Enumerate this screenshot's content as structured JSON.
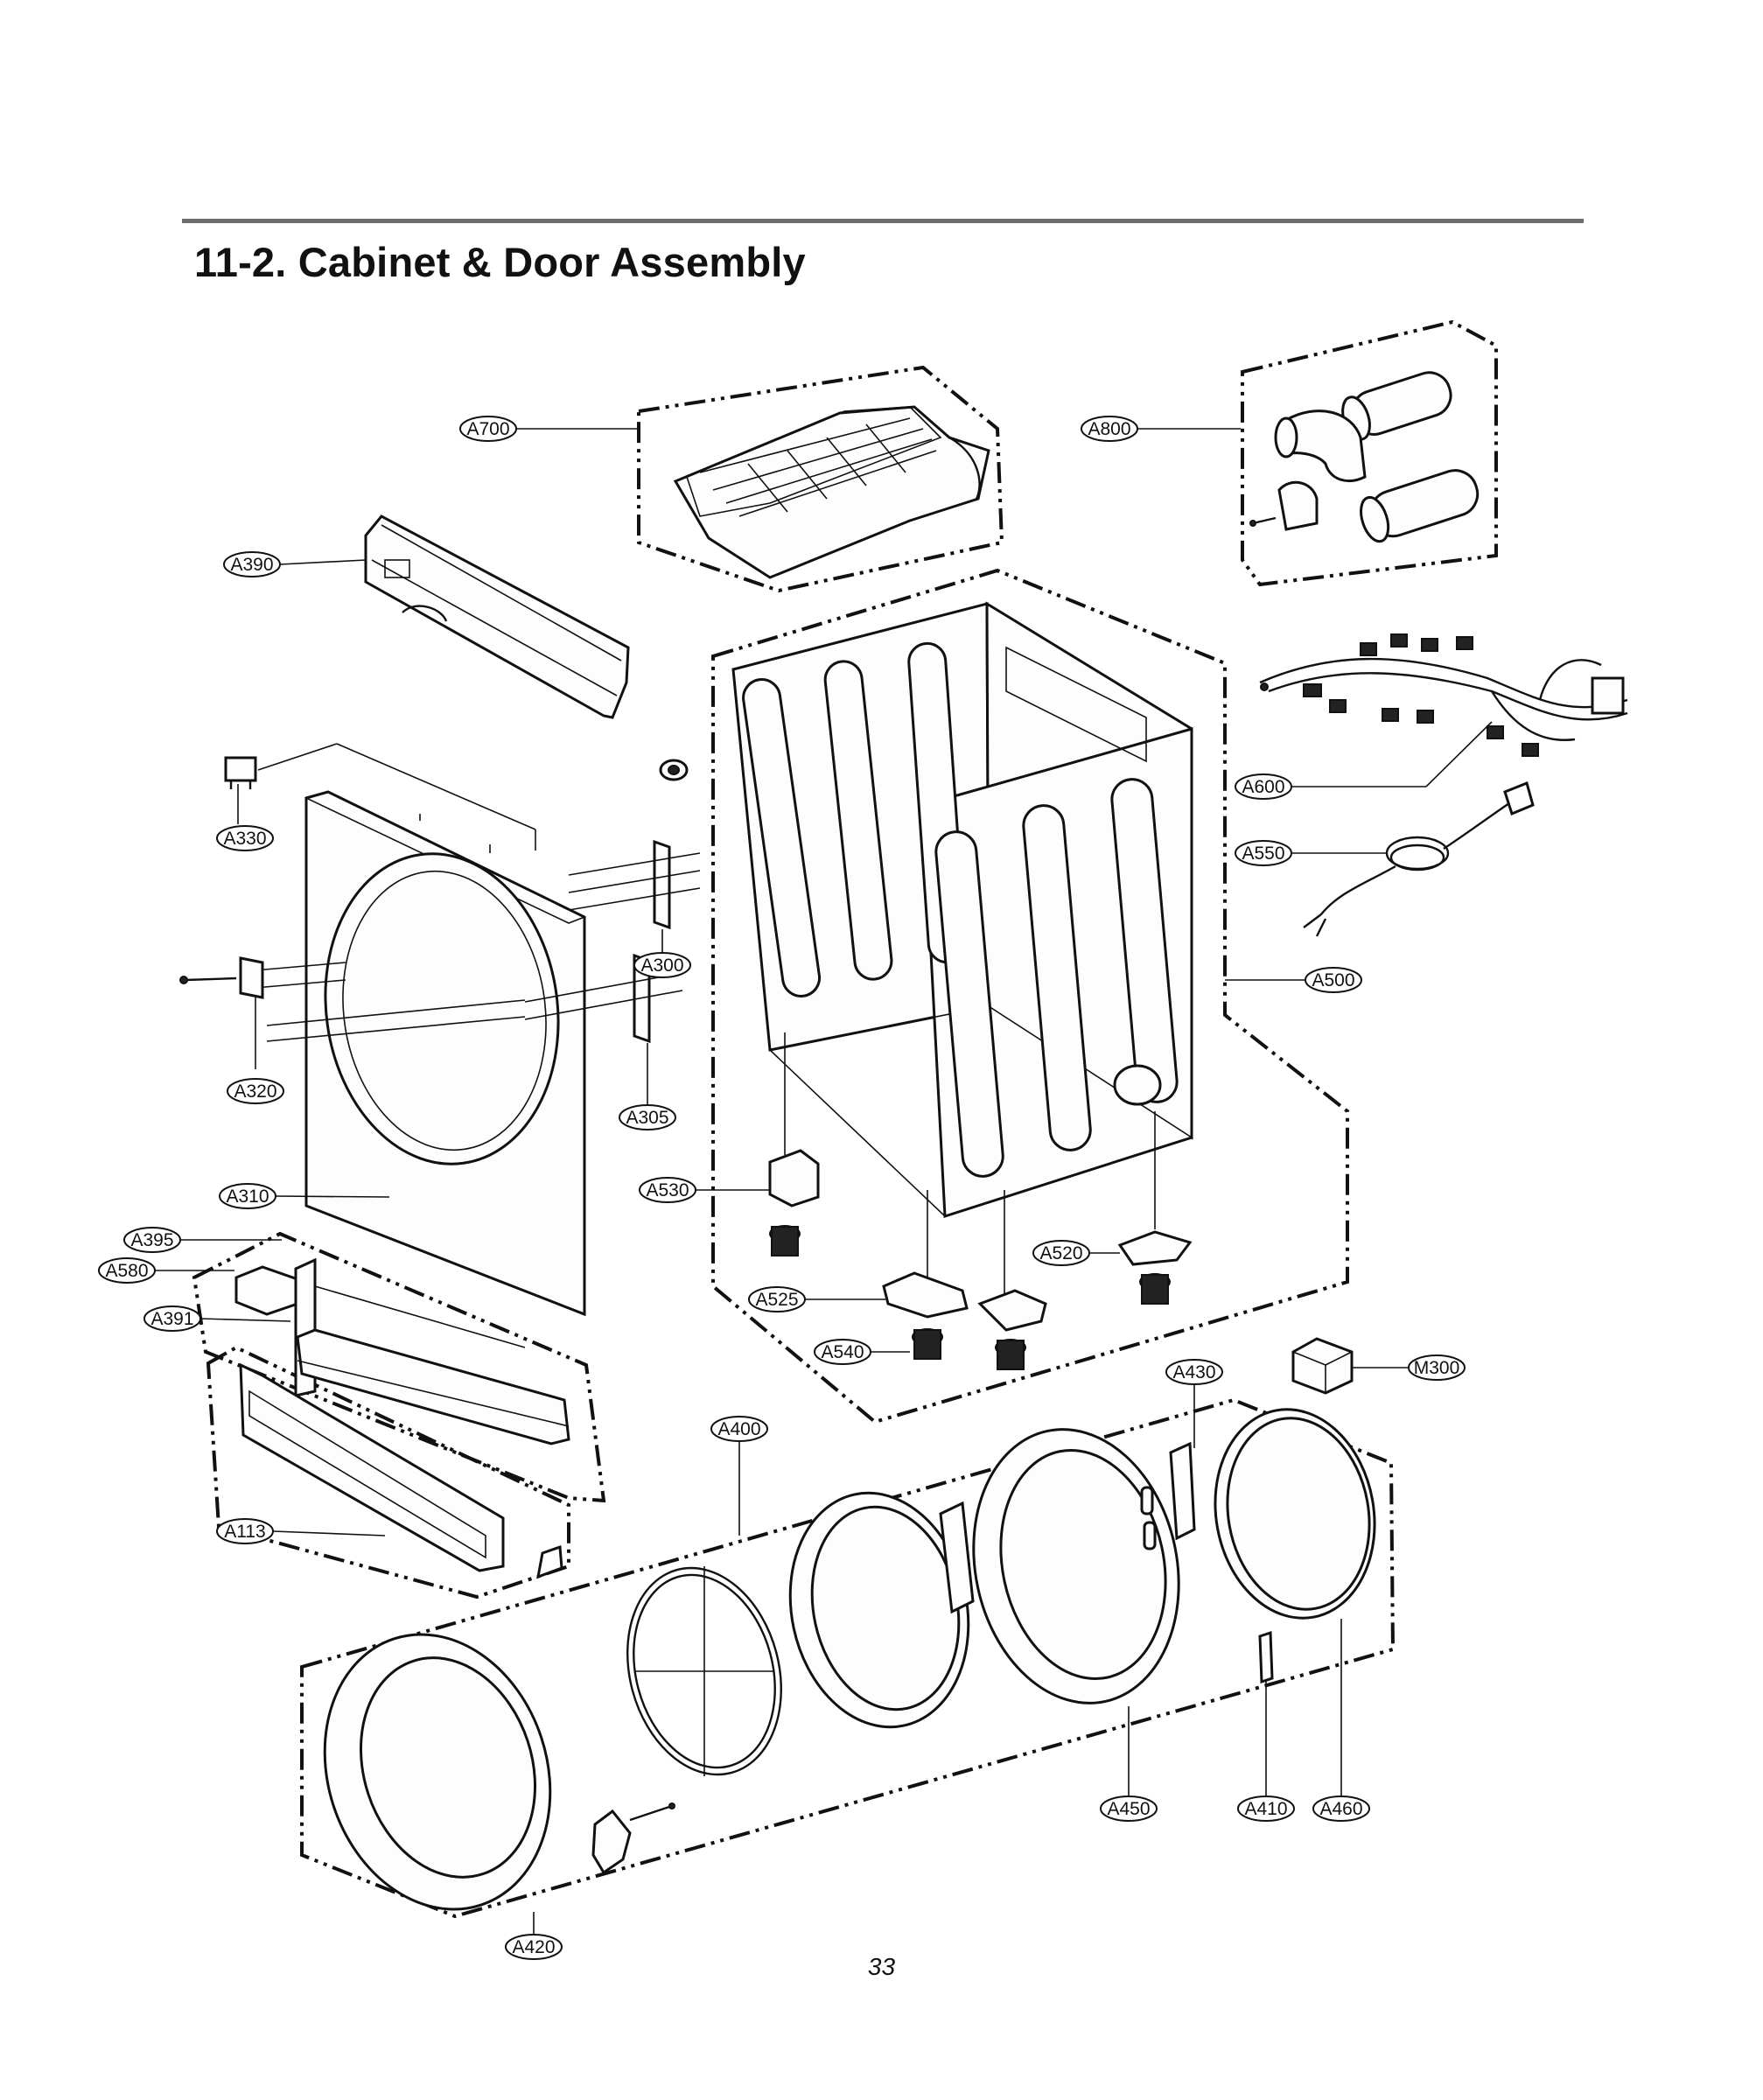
{
  "header": {
    "title": "11-2. Cabinet & Door Assembly"
  },
  "footer": {
    "page_number": "33"
  },
  "parts": {
    "A700": "A700",
    "A800": "A800",
    "A390": "A390",
    "A330": "A330",
    "A600": "A600",
    "A550": "A550",
    "A300": "A300",
    "A500": "A500",
    "A320": "A320",
    "A305": "A305",
    "A310": "A310",
    "A530": "A530",
    "A395": "A395",
    "A580": "A580",
    "A520": "A520",
    "A525": "A525",
    "A391": "A391",
    "A540": "A540",
    "M300": "M300",
    "A430": "A430",
    "A400": "A400",
    "A113": "A113",
    "A450": "A450",
    "A410": "A410",
    "A460": "A460",
    "A420": "A420"
  }
}
